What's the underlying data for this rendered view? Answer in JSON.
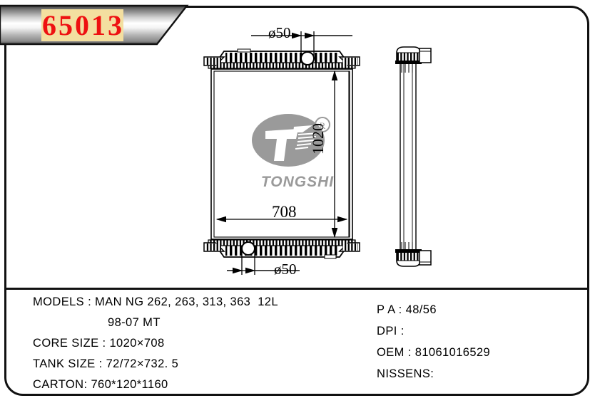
{
  "banner": {
    "part_number": "65013",
    "digits": [
      "6",
      "5",
      "0",
      "1",
      "3"
    ],
    "text_color": "#ee1111",
    "highlight_color": "#f3dfa0"
  },
  "drawing": {
    "dimensions": {
      "top_inlet": "ø50",
      "bottom_outlet": "ø50",
      "height": "1020",
      "width": "708"
    },
    "watermark": {
      "brand": "TONGSHI",
      "registered_mark": "®",
      "logo_color": "#9a9a9a"
    }
  },
  "info_left": [
    {
      "label": "MODELS",
      "sep": " : ",
      "value": "MAN NG 262, 263, 313, 363  12L",
      "indent": false
    },
    {
      "label": "",
      "sep": "",
      "value": "98-07 MT",
      "indent": true
    },
    {
      "label": "CORE SIZE",
      "sep": " : ",
      "value": "1020×708",
      "indent": false
    },
    {
      "label": "TANK SIZE",
      "sep": " : ",
      "value": "72/72×732. 5",
      "indent": false
    },
    {
      "label": "CARTON",
      "sep": ": ",
      "value": "760*120*1160",
      "indent": false
    }
  ],
  "info_right": [
    {
      "label": "P A",
      "sep": " : ",
      "value": "48/56"
    },
    {
      "label": "DPI",
      "sep": " : ",
      "value": ""
    },
    {
      "label": "OEM",
      "sep": " : ",
      "value": "81061016529"
    },
    {
      "label": "NISSENS",
      "sep": ":",
      "value": ""
    }
  ]
}
